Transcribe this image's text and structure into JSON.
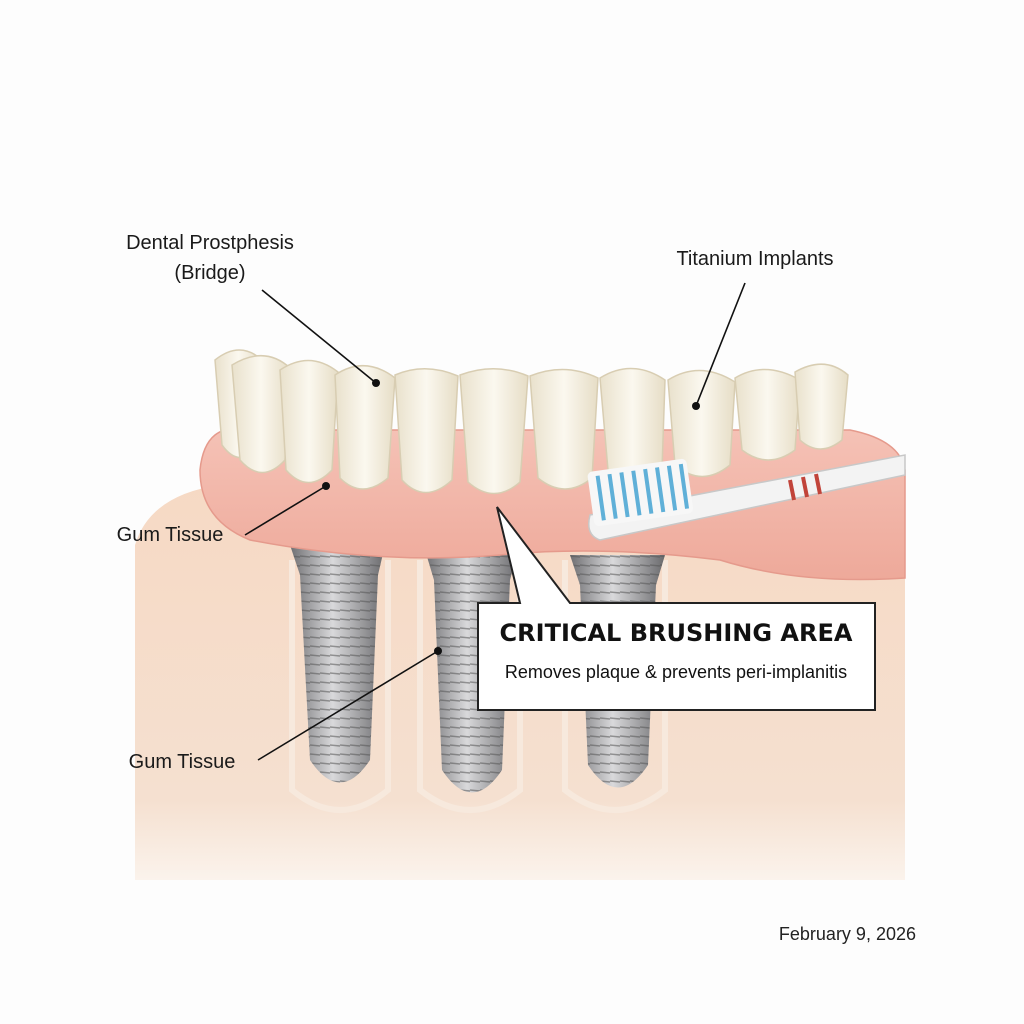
{
  "labels": {
    "prosthesis_line1": "Dental Prostphesis",
    "prosthesis_line2": "(Bridge)",
    "implants": "Titanium Implants",
    "gum_tissue_upper": "Gum Tissue",
    "gum_tissue_lower": "Gum Tissue"
  },
  "callout": {
    "title": "CRITICAL BRUSHING AREA",
    "subtitle": "Removes plaque & prevents peri-implanitis"
  },
  "date": "February 9, 2026",
  "colors": {
    "tissue": "#f4dcc8",
    "gum": "#f2b5a8",
    "tooth": "#f6f1e3",
    "implant": "#9a9a9c",
    "brush_bristle": "#5fb0d8"
  }
}
